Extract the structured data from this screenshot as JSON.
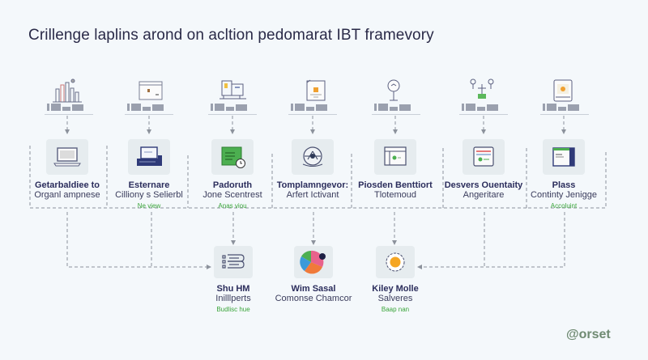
{
  "title": "Crillenge laplins arond on acltion pedomarat IBT framevory",
  "top_icons": [
    {
      "icon": "bar-chart-icon"
    },
    {
      "icon": "window-icon"
    },
    {
      "icon": "desktop-workstation-icon"
    },
    {
      "icon": "certificate-icon"
    },
    {
      "icon": "map-pin-icon"
    },
    {
      "icon": "network-nodes-icon"
    },
    {
      "icon": "tablet-document-icon"
    }
  ],
  "stage_nodes": [
    {
      "icon": "laptop-icon",
      "name": "Getarbaldiee to",
      "sub": "Organl ampnese",
      "tag": ""
    },
    {
      "icon": "server-monitor-icon",
      "name": "Esternare",
      "sub": "Cilliony s Selierbl",
      "tag": "Ne view"
    },
    {
      "icon": "document-clock-icon",
      "name": "Padoruth",
      "sub": "Jone Scentrest",
      "tag": "Anas viou"
    },
    {
      "icon": "compass-icon",
      "name": "Tomplamngevor:",
      "sub": "Arfert Ictivant",
      "tag": ""
    },
    {
      "icon": "browser-window-icon",
      "name": "Piosden Benttiort",
      "sub": "Tlotemoud",
      "tag": ""
    },
    {
      "icon": "form-card-icon",
      "name": "Desvers Ouentaity",
      "sub": "Angeritare",
      "tag": ""
    },
    {
      "icon": "dashboard-screen-icon",
      "name": "Plass",
      "sub": "Continty Jenigge",
      "tag": "Accoluint"
    }
  ],
  "output_nodes": [
    {
      "icon": "stacked-list-icon",
      "name": "Shu HM",
      "sub": "Inilllperts",
      "tag": "Budlisc hue"
    },
    {
      "icon": "pie-chart-icon",
      "name": "Wim Sasal",
      "sub": "Comonse Chamcor",
      "tag": ""
    },
    {
      "icon": "flower-badge-icon",
      "name": "Kiley Molle",
      "sub": "Salveres",
      "tag": "Baap nan"
    }
  ],
  "brand": "@orset",
  "colors": {
    "title": "#2a2a48",
    "node_name": "#2b2d5c",
    "tag_green": "#3aa53a",
    "connector": "#8c929c",
    "brand": "#6f8a72"
  }
}
